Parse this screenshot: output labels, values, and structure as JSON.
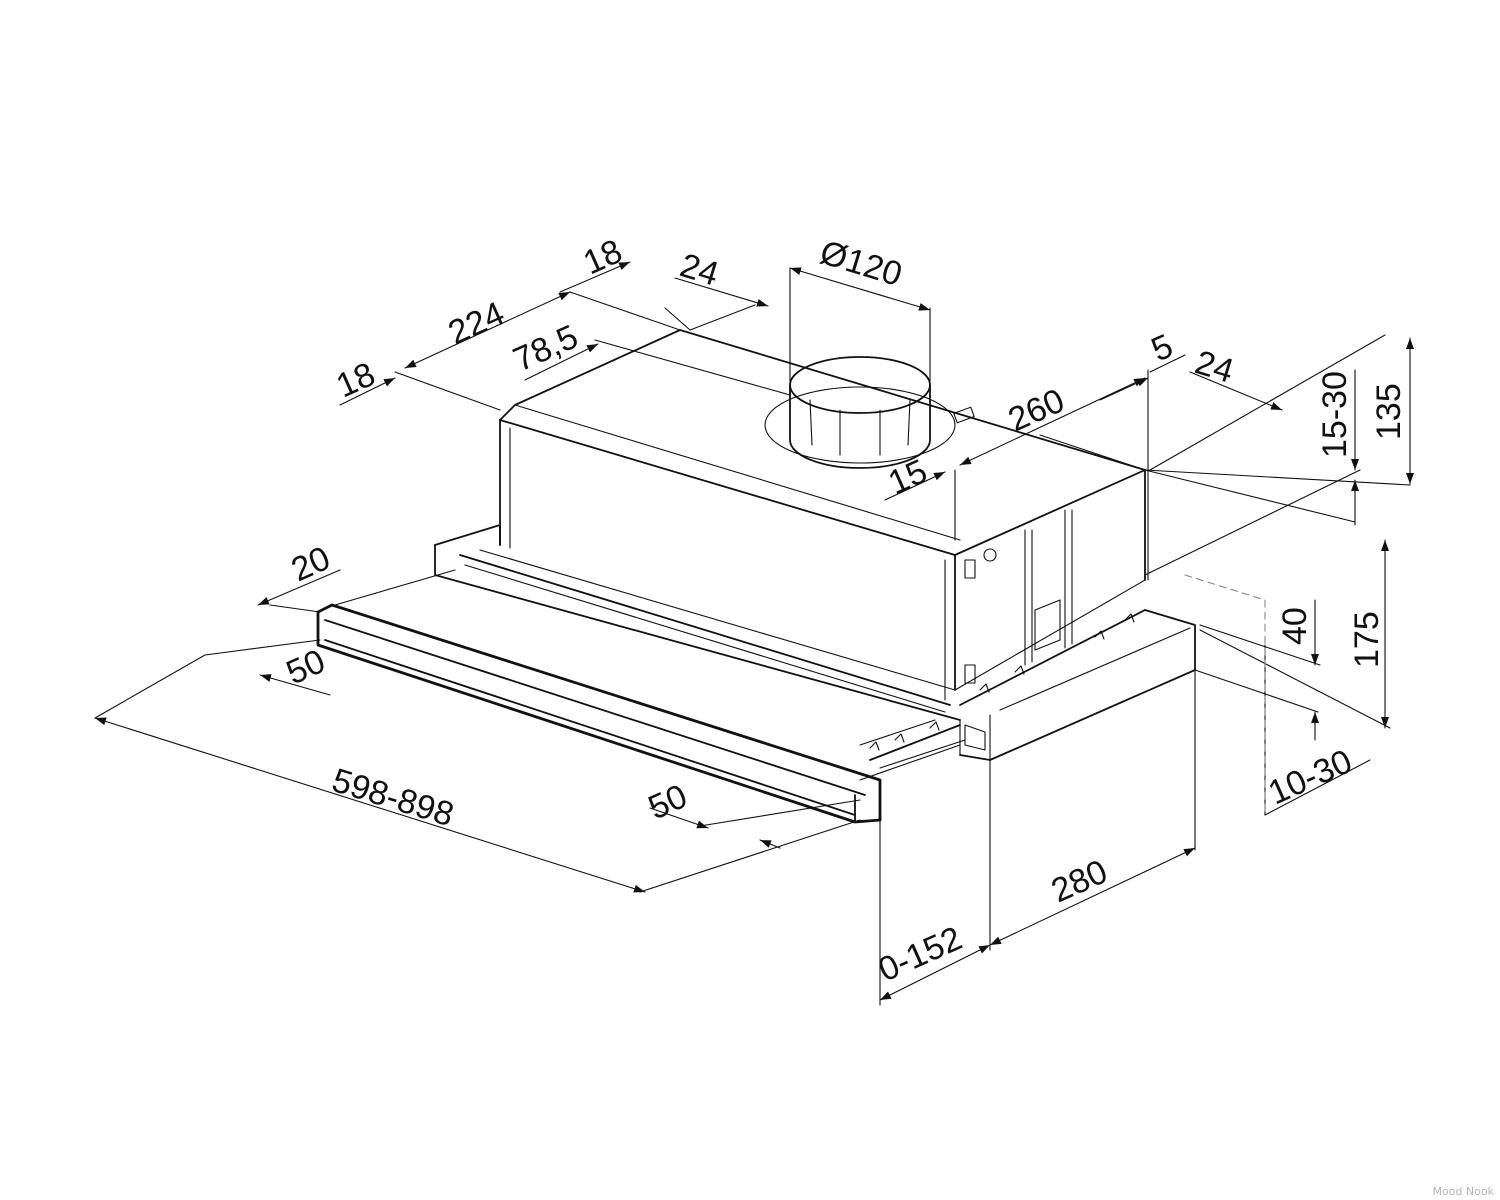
{
  "dimensions": {
    "d_18_left": "18",
    "d_224": "224",
    "d_18_top": "18",
    "d_24_top": "24",
    "d_78_5": "78,5",
    "d_diameter_120": "Ø120",
    "d_5": "5",
    "d_24_right": "24",
    "d_260": "260",
    "d_15": "15",
    "d_15_30": "15-30",
    "d_135": "135",
    "d_175": "175",
    "d_40": "40",
    "d_10_30": "10-30",
    "d_280": "280",
    "d_0_152": "0-152",
    "d_20": "20",
    "d_50_left": "50",
    "d_50_right": "50",
    "d_598_898": "598-898"
  },
  "watermark": "Mood Nook",
  "colors": {
    "line": "#111111",
    "hidden_line": "#888888",
    "background": "#ffffff"
  }
}
